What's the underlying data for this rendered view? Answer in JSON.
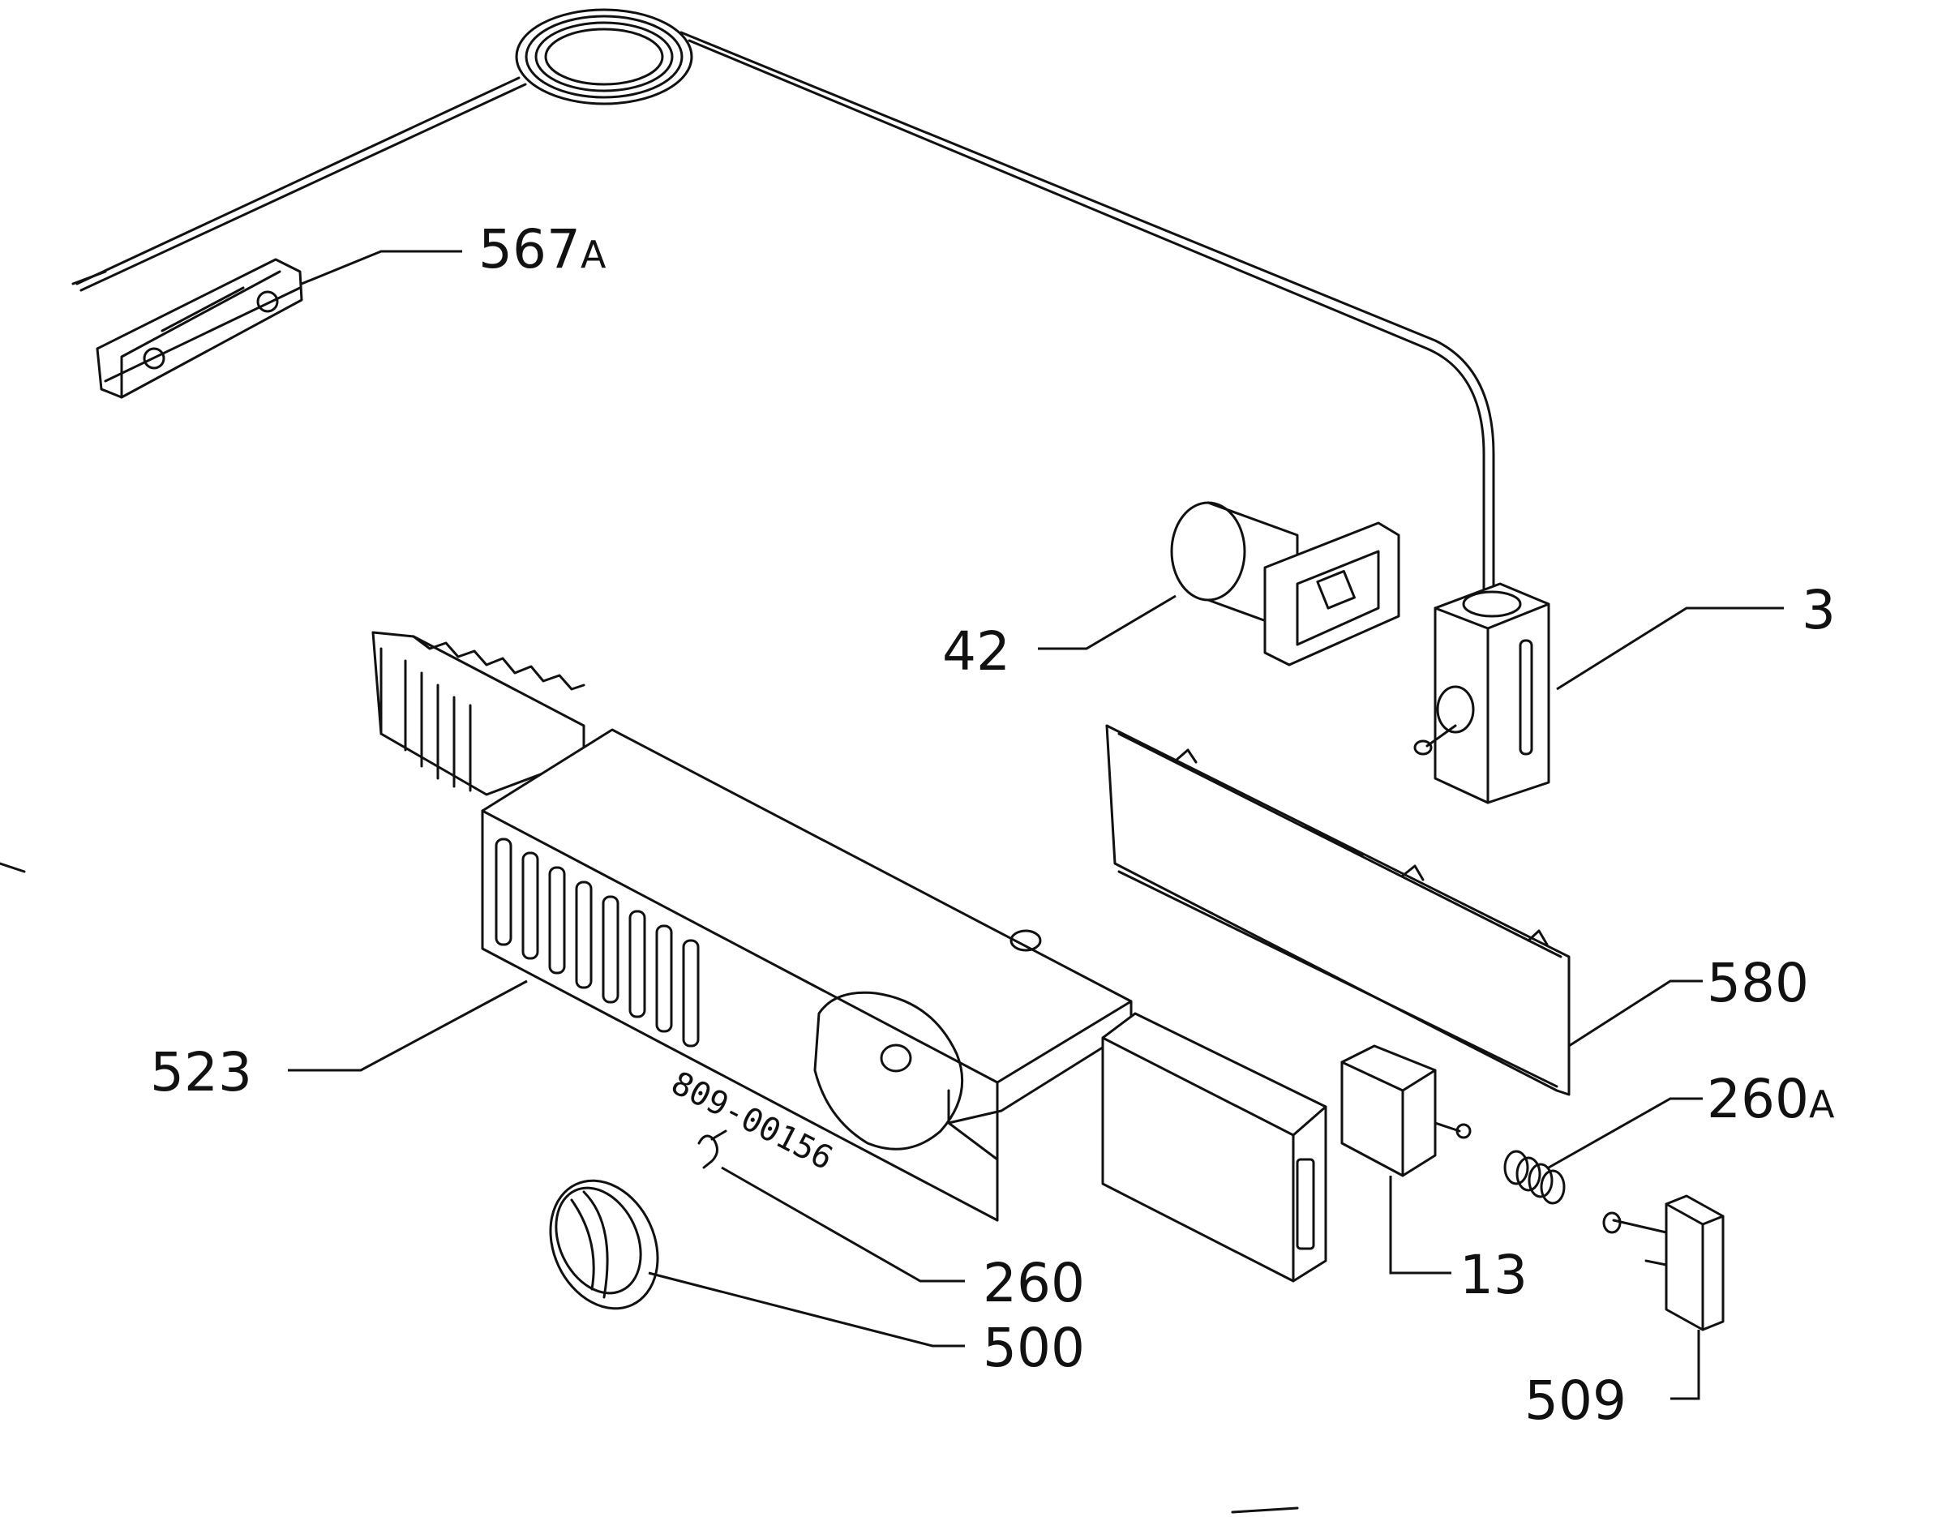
{
  "labels": {
    "l567": {
      "num": "567",
      "suffix": "A"
    },
    "l3": {
      "num": "3"
    },
    "l42": {
      "num": "42"
    },
    "l580": {
      "num": "580"
    },
    "l260a": {
      "num": "260",
      "suffix": "A"
    },
    "l523": {
      "num": "523"
    },
    "l260": {
      "num": "260"
    },
    "l500": {
      "num": "500"
    },
    "l13": {
      "num": "13"
    },
    "l509": {
      "num": "509"
    }
  },
  "stamp_code": "809-00156"
}
